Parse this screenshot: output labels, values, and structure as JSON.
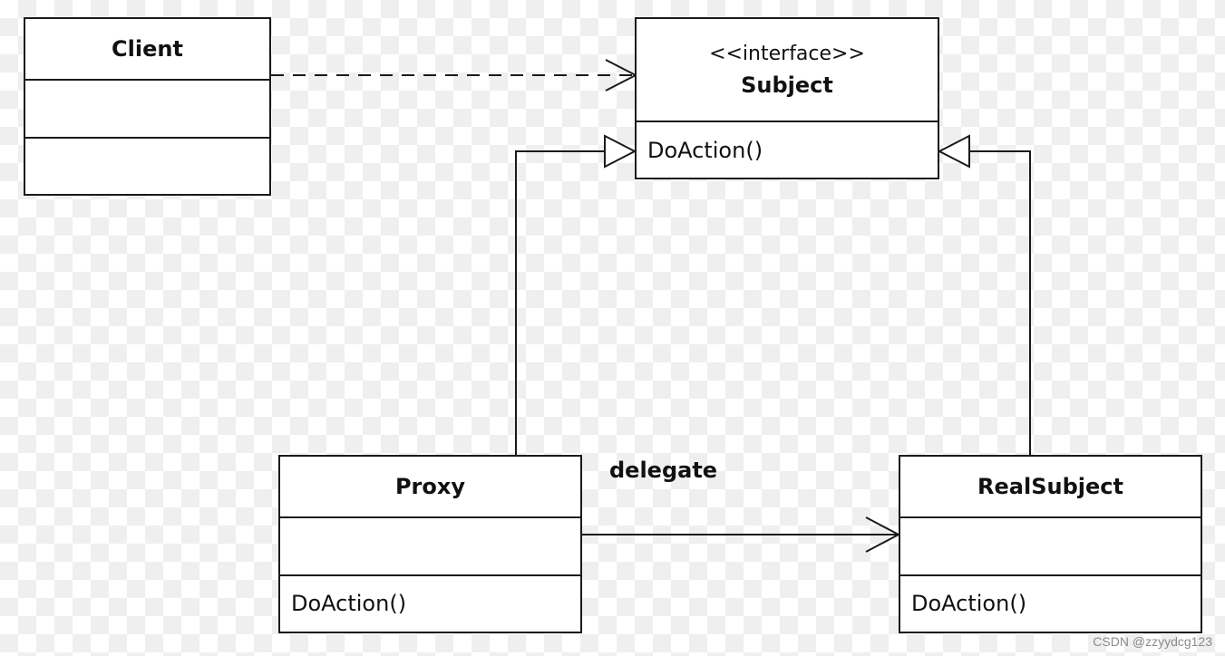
{
  "classes": {
    "client": {
      "name": "Client",
      "attributes": "",
      "methods": ""
    },
    "subject": {
      "stereotype": "<<interface>>",
      "name": "Subject",
      "methods": "DoAction()"
    },
    "proxy": {
      "name": "Proxy",
      "attributes": "",
      "methods": "DoAction()"
    },
    "realsubject": {
      "name": "RealSubject",
      "attributes": "",
      "methods": "DoAction()"
    }
  },
  "relations": {
    "delegate_label": "delegate"
  },
  "watermark": "CSDN @zzyydcg123",
  "colors": {
    "line": "#1a1a1a",
    "box_fill": "#ffffff",
    "checker": "#efefef"
  }
}
